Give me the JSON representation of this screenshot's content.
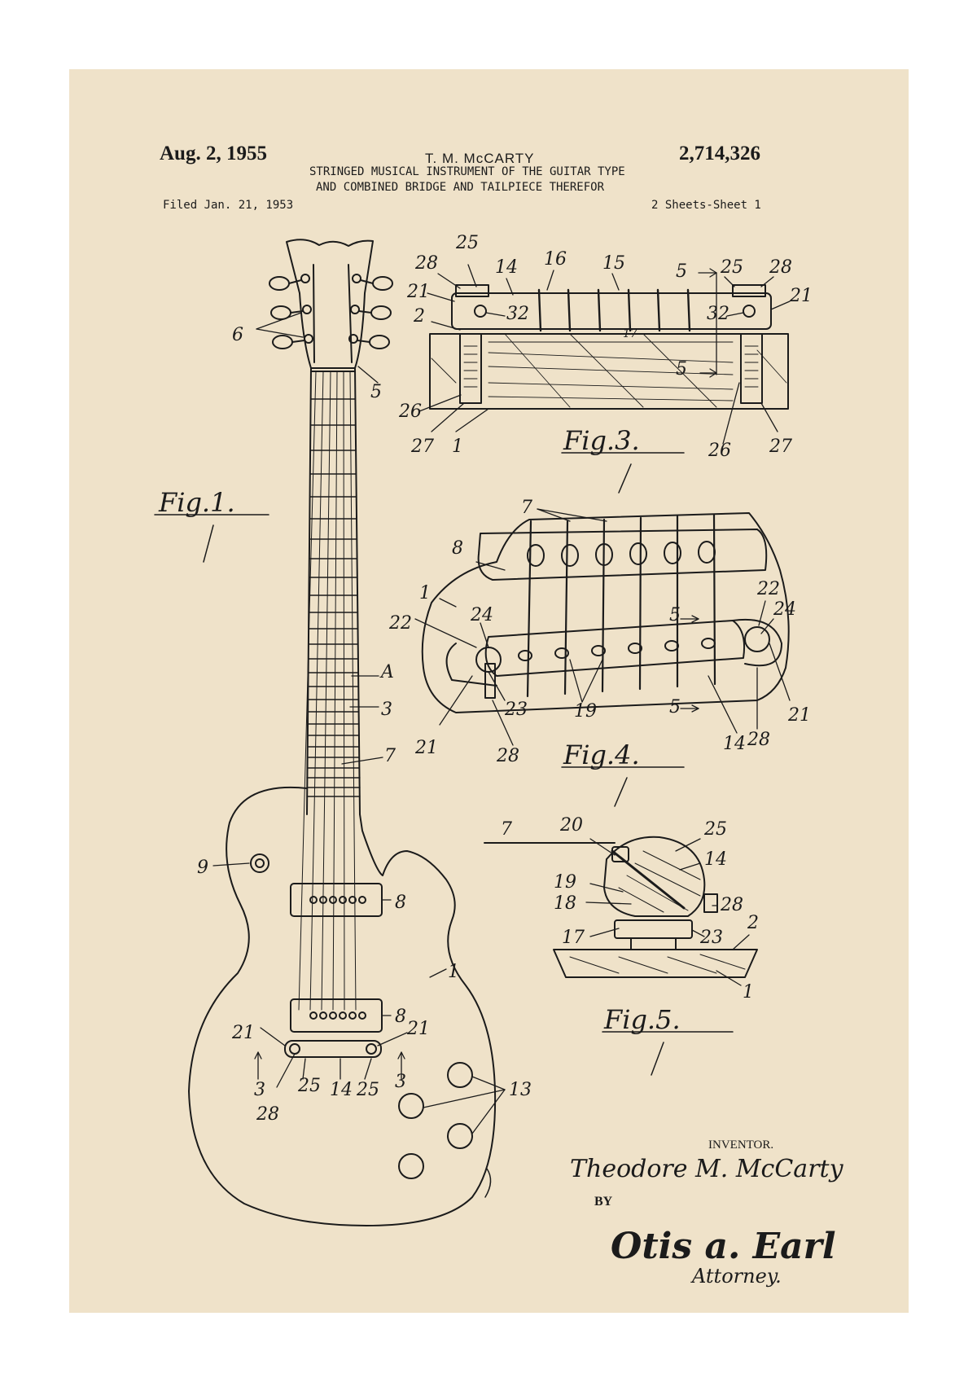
{
  "header": {
    "date": "Aug. 2, 1955",
    "inventor_header": "T. M. McCARTY",
    "patent_number": "2,714,326",
    "title_line1": "STRINGED MUSICAL INSTRUMENT OF THE GUITAR TYPE",
    "title_line2": "AND COMBINED BRIDGE AND TAILPIECE THEREFOR",
    "filed": "Filed Jan. 21, 1953",
    "sheets": "2 Sheets-Sheet 1"
  },
  "figures": {
    "fig1": "Fig.1.",
    "fig3": "Fig.3.",
    "fig4": "Fig.4.",
    "fig5": "Fig.5."
  },
  "fig1_labels": [
    "6",
    "5",
    "A",
    "3",
    "7",
    "9",
    "8",
    "8",
    "1",
    "21",
    "21",
    "3",
    "3",
    "25",
    "14",
    "25",
    "28",
    "13"
  ],
  "fig3_labels": [
    "28",
    "25",
    "14",
    "16",
    "15",
    "5",
    "25",
    "28",
    "21",
    "21",
    "2",
    "32",
    "32",
    "17",
    "5",
    "26",
    "27",
    "1",
    "26",
    "27"
  ],
  "fig4_labels": [
    "7",
    "8",
    "1",
    "22",
    "24",
    "22",
    "24",
    "5",
    "5",
    "23",
    "19",
    "21",
    "28",
    "14",
    "28",
    "21"
  ],
  "fig5_labels": [
    "7",
    "20",
    "25",
    "14",
    "19",
    "18",
    "28",
    "17",
    "23",
    "2",
    "1"
  ],
  "signature": {
    "inventor_caption": "INVENTOR.",
    "inventor_name": "Theodore M. McCarty",
    "by": "BY",
    "attorney_signature": "Otis a. Earl",
    "attorney_caption": "Attorney."
  },
  "colors": {
    "paper": "#efe2c9",
    "ink": "#1b1b1b",
    "margin": "#ffffff"
  }
}
